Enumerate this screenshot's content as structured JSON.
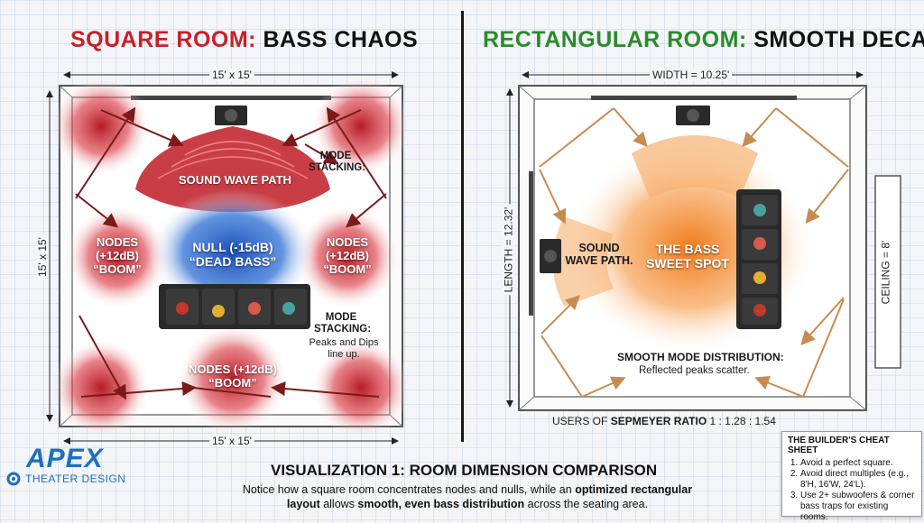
{
  "left": {
    "title_accent": "SQUARE ROOM:",
    "title_rest": "BASS CHAOS",
    "dim_top": "15' x 15'",
    "dim_side": "15' x 15'",
    "dim_bottom": "15' x 15'",
    "sound_wave_path": "SOUND WAVE PATH",
    "node_left": [
      "NODES",
      "(+12dB)",
      "“BOOM”"
    ],
    "node_right": [
      "NODES",
      "(+12dB)",
      "“BOOM”"
    ],
    "node_bottom": [
      "NODES (+12dB)",
      "“BOOM”"
    ],
    "null": [
      "NULL (-15dB)",
      "“DEAD BASS”"
    ],
    "mode_stacking_top": [
      "MODE",
      "STACKING:"
    ],
    "mode_stacking_bottom": [
      "MODE",
      "STACKING:"
    ],
    "peaks_dips": [
      "Peaks and Dips",
      "line up."
    ]
  },
  "right": {
    "title_accent": "RECTANGULAR ROOM:",
    "title_rest": "SMOOTH DECAY",
    "dim_width": "WIDTH = 10.25'",
    "dim_length": "LENGTH = 12.32'",
    "ceiling": "CEILING = 8'",
    "sound_wave_path": [
      "SOUND",
      "WAVE PATH."
    ],
    "sweet_spot": [
      "THE BASS",
      "SWEET SPOT"
    ],
    "smooth_mode": "SMOOTH MODE DISTRIBUTION:",
    "reflected": "Reflected peaks scatter.",
    "ratio_prefix": "USERS OF ",
    "ratio_name": "SEPMEYER RATIO",
    "ratio_value": " 1 : 1.28 : 1.54"
  },
  "cheat_sheet": {
    "heading": "THE BUILDER'S CHEAT SHEET",
    "items": [
      "Avoid a perfect square.",
      "Avoid direct multiples (e.g., 8'H, 16'W, 24'L).",
      "Use 2+ subwoofers & corner bass traps for existing rooms."
    ]
  },
  "footer": {
    "title": "VISUALIZATION 1: ROOM DIMENSION COMPARISON",
    "desc_1": "Notice how a square room concentrates nodes and nulls, while an ",
    "desc_bold_1": "optimized rectangular layout",
    "desc_2": " allows ",
    "desc_bold_2": "smooth, even bass distribution",
    "desc_3": " across the seating area."
  },
  "logo": {
    "name": "APEX",
    "tagline": "THEATER DESIGN"
  },
  "colors": {
    "red_accent": "#c8202a",
    "green_accent": "#2c8a2c",
    "blue_null": "#1f62c9",
    "orange_sweet": "#f08a2a",
    "logo_blue": "#1d6fc0"
  }
}
